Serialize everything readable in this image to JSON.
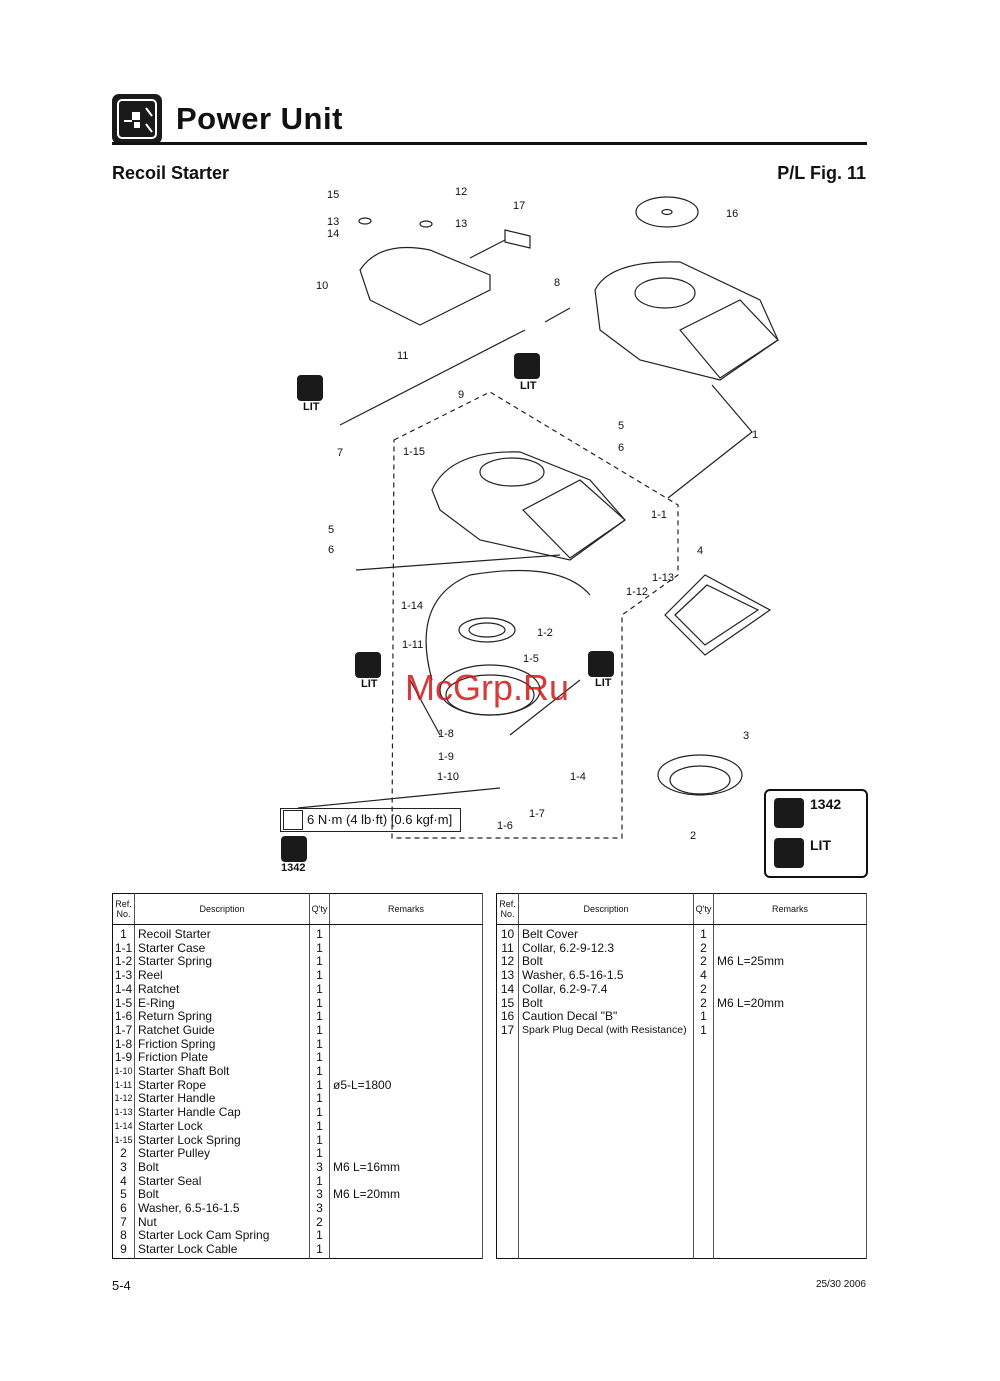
{
  "header": {
    "title": "Power Unit",
    "section": "Recoil Starter",
    "figure": "P/L Fig. 11"
  },
  "diagram": {
    "callouts": [
      "15",
      "12",
      "13",
      "13",
      "14",
      "17",
      "16",
      "10",
      "8",
      "11",
      "9",
      "1",
      "5",
      "6",
      "7",
      "1-15",
      "1-1",
      "5",
      "6",
      "4",
      "1-13",
      "1-12",
      "1-14",
      "1-2",
      "1-11",
      "1-5",
      "1-8",
      "3",
      "1-9",
      "1-10",
      "1-4",
      "1-7",
      "1-6",
      "2"
    ],
    "lit_label": "LIT",
    "torque": "6 N·m (4 lb·ft) [0.6 kgf·m]",
    "adhesive_label": "1342",
    "watermark": "McGrp.Ru"
  },
  "legend": {
    "adhesive": "1342",
    "lubricant": "LIT"
  },
  "tables": [
    {
      "headers": {
        "ref": "Ref. No.",
        "desc": "Description",
        "qty": "Q'ty",
        "remarks": "Remarks"
      },
      "rows": [
        {
          "ref": "1",
          "desc": "Recoil Starter",
          "qty": "1",
          "remarks": ""
        },
        {
          "ref": "1-1",
          "desc": "Starter Case",
          "qty": "1",
          "remarks": ""
        },
        {
          "ref": "1-2",
          "desc": "Starter Spring",
          "qty": "1",
          "remarks": ""
        },
        {
          "ref": "1-3",
          "desc": "Reel",
          "qty": "1",
          "remarks": ""
        },
        {
          "ref": "1-4",
          "desc": "Ratchet",
          "qty": "1",
          "remarks": ""
        },
        {
          "ref": "1-5",
          "desc": "E-Ring",
          "qty": "1",
          "remarks": ""
        },
        {
          "ref": "1-6",
          "desc": "Return Spring",
          "qty": "1",
          "remarks": ""
        },
        {
          "ref": "1-7",
          "desc": "Ratchet Guide",
          "qty": "1",
          "remarks": ""
        },
        {
          "ref": "1-8",
          "desc": "Friction Spring",
          "qty": "1",
          "remarks": ""
        },
        {
          "ref": "1-9",
          "desc": "Friction Plate",
          "qty": "1",
          "remarks": ""
        },
        {
          "ref": "1-10",
          "desc": "Starter Shaft Bolt",
          "qty": "1",
          "remarks": ""
        },
        {
          "ref": "1-11",
          "desc": "Starter Rope",
          "qty": "1",
          "remarks": "ø5-L=1800"
        },
        {
          "ref": "1-12",
          "desc": "Starter Handle",
          "qty": "1",
          "remarks": ""
        },
        {
          "ref": "1-13",
          "desc": "Starter Handle Cap",
          "qty": "1",
          "remarks": ""
        },
        {
          "ref": "1-14",
          "desc": "Starter Lock",
          "qty": "1",
          "remarks": ""
        },
        {
          "ref": "1-15",
          "desc": "Starter Lock Spring",
          "qty": "1",
          "remarks": ""
        },
        {
          "ref": "2",
          "desc": "Starter Pulley",
          "qty": "1",
          "remarks": ""
        },
        {
          "ref": "3",
          "desc": "Bolt",
          "qty": "3",
          "remarks": "M6 L=16mm"
        },
        {
          "ref": "4",
          "desc": "Starter Seal",
          "qty": "1",
          "remarks": ""
        },
        {
          "ref": "5",
          "desc": "Bolt",
          "qty": "3",
          "remarks": "M6 L=20mm"
        },
        {
          "ref": "6",
          "desc": "Washer, 6.5-16-1.5",
          "qty": "3",
          "remarks": ""
        },
        {
          "ref": "7",
          "desc": "Nut",
          "qty": "2",
          "remarks": ""
        },
        {
          "ref": "8",
          "desc": "Starter Lock Cam Spring",
          "qty": "1",
          "remarks": ""
        },
        {
          "ref": "9",
          "desc": "Starter Lock Cable",
          "qty": "1",
          "remarks": ""
        }
      ]
    },
    {
      "headers": {
        "ref": "Ref. No.",
        "desc": "Description",
        "qty": "Q'ty",
        "remarks": "Remarks"
      },
      "rows": [
        {
          "ref": "10",
          "desc": "Belt Cover",
          "qty": "1",
          "remarks": ""
        },
        {
          "ref": "11",
          "desc": "Collar, 6.2-9-12.3",
          "qty": "2",
          "remarks": ""
        },
        {
          "ref": "12",
          "desc": "Bolt",
          "qty": "2",
          "remarks": "M6 L=25mm"
        },
        {
          "ref": "13",
          "desc": "Washer, 6.5-16-1.5",
          "qty": "4",
          "remarks": ""
        },
        {
          "ref": "14",
          "desc": "Collar, 6.2-9-7.4",
          "qty": "2",
          "remarks": ""
        },
        {
          "ref": "15",
          "desc": "Bolt",
          "qty": "2",
          "remarks": "M6 L=20mm"
        },
        {
          "ref": "16",
          "desc": "Caution Decal \"B\"",
          "qty": "1",
          "remarks": ""
        },
        {
          "ref": "17",
          "desc": "Spark Plug Decal (with Resistance)",
          "qty": "1",
          "remarks": ""
        }
      ]
    }
  ],
  "footer": {
    "page": "5-4",
    "model": "25/30  2006"
  }
}
